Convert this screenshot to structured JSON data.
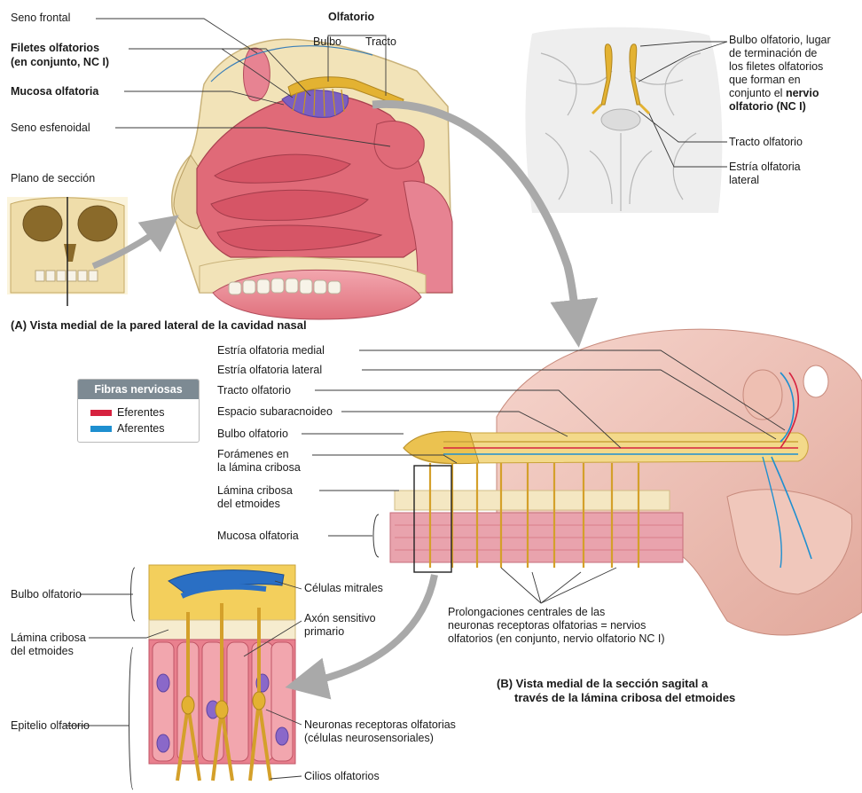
{
  "colors": {
    "efferent": "#d6223f",
    "afferent": "#1e8fd0",
    "nerve_yellow": "#e3b232",
    "mucosa_pink": "#e06a78",
    "bone_cream": "#f4e7c2",
    "leader_line": "#3a3a3a",
    "arrow_gray": "#a9a9a9"
  },
  "panel_a": {
    "labels": {
      "seno_frontal": "Seno frontal",
      "filetes_line1": "Filetes olfatorios",
      "filetes_line2": "(en conjunto, NC I)",
      "mucosa": "Mucosa olfatoria",
      "seno_esfenoidal": "Seno esfenoidal",
      "plano": "Plano de sección",
      "olfatorio": "Olfatorio",
      "bulbo": "Bulbo",
      "tracto": "Tracto"
    },
    "caption": "(A) Vista medial de la pared lateral de la cavidad nasal"
  },
  "brain_inset": {
    "bulbo_line1": "Bulbo olfatorio, lugar",
    "bulbo_line2": "de terminación de",
    "bulbo_line3": "los filetes olfatorios",
    "bulbo_line4": "que forman en",
    "bulbo_line5_plain": "conjunto el",
    "bulbo_line5_bold": "nervio",
    "bulbo_line6": "olfatorio (NC I)",
    "tracto": "Tracto olfatorio",
    "estria_line1": "Estría olfatoria",
    "estria_line2": "lateral"
  },
  "legend": {
    "title": "Fibras nerviosas",
    "efferent": "Eferentes",
    "afferent": "Aferentes"
  },
  "panel_b": {
    "labels": {
      "estria_medial": "Estría olfatoria medial",
      "estria_lateral": "Estría olfatoria lateral",
      "tracto": "Tracto olfatorio",
      "espacio": "Espacio subaracnoideo",
      "bulbo": "Bulbo olfatorio",
      "foramenes_line1": "Forámenes en",
      "foramenes_line2": "la lámina cribosa",
      "lamina_line1": "Lámina cribosa",
      "lamina_line2": "del etmoides",
      "mucosa": "Mucosa olfatoria"
    },
    "prolongaciones_line1": "Prolongaciones centrales de las",
    "prolongaciones_line2": "neuronas receptoras olfatorias = nervios",
    "prolongaciones_line3": "olfatorios (en conjunto, nervio olfatorio NC I)",
    "caption_line1": "(B) Vista medial de la sección sagital a",
    "caption_line2": "través de la lámina cribosa del etmoides"
  },
  "detail": {
    "bulbo": "Bulbo olfatorio",
    "lamina_line1": "Lámina cribosa",
    "lamina_line2": "del etmoides",
    "epitelio": "Epitelio olfatorio",
    "mitrales": "Células mitrales",
    "axon_line1": "Axón sensitivo",
    "axon_line2": "primario",
    "neuronas_line1": "Neuronas receptoras olfatorias",
    "neuronas_line2": "(células neurosensoriales)",
    "cilios": "Cilios olfatorios"
  }
}
